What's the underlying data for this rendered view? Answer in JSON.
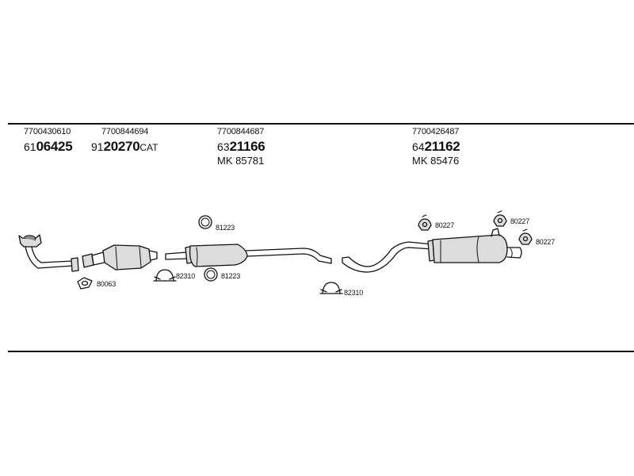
{
  "sections": {
    "front_pipe": {
      "oem": "7700430610",
      "code_prefix": "61",
      "code_main": "06425"
    },
    "catalyst": {
      "oem": "7700844694",
      "code_prefix": "91",
      "code_main": "20270",
      "code_suffix": "CAT"
    },
    "middle_silencer": {
      "oem": "7700844687",
      "code_prefix": "63",
      "code_main": "21166",
      "mk": "MK 85781"
    },
    "rear_silencer": {
      "oem": "7700426487",
      "code_prefix": "64",
      "code_main": "21162",
      "mk": "MK 85476"
    }
  },
  "parts": {
    "gasket": "80063",
    "clamp_1": "82310",
    "ring_top": "81223",
    "ring_bottom": "81223",
    "clamp_2": "82310",
    "hanger_1": "80227",
    "hanger_2": "80227",
    "hanger_3": "80227"
  },
  "colors": {
    "line": "#111111",
    "fill": "#dcdcdc",
    "shade": "#8a8a8a"
  }
}
